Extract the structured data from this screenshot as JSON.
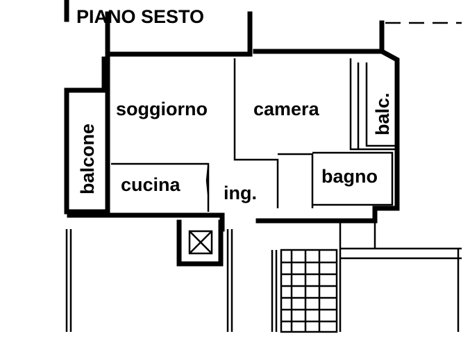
{
  "plan": {
    "title": "PIANO SESTO",
    "rooms": {
      "soggiorno": "soggiorno",
      "camera": "camera",
      "balcone": "balcone",
      "balc": "balc.",
      "cucina": "cucina",
      "ingresso": "ing.",
      "bagno": "bagno"
    }
  }
}
